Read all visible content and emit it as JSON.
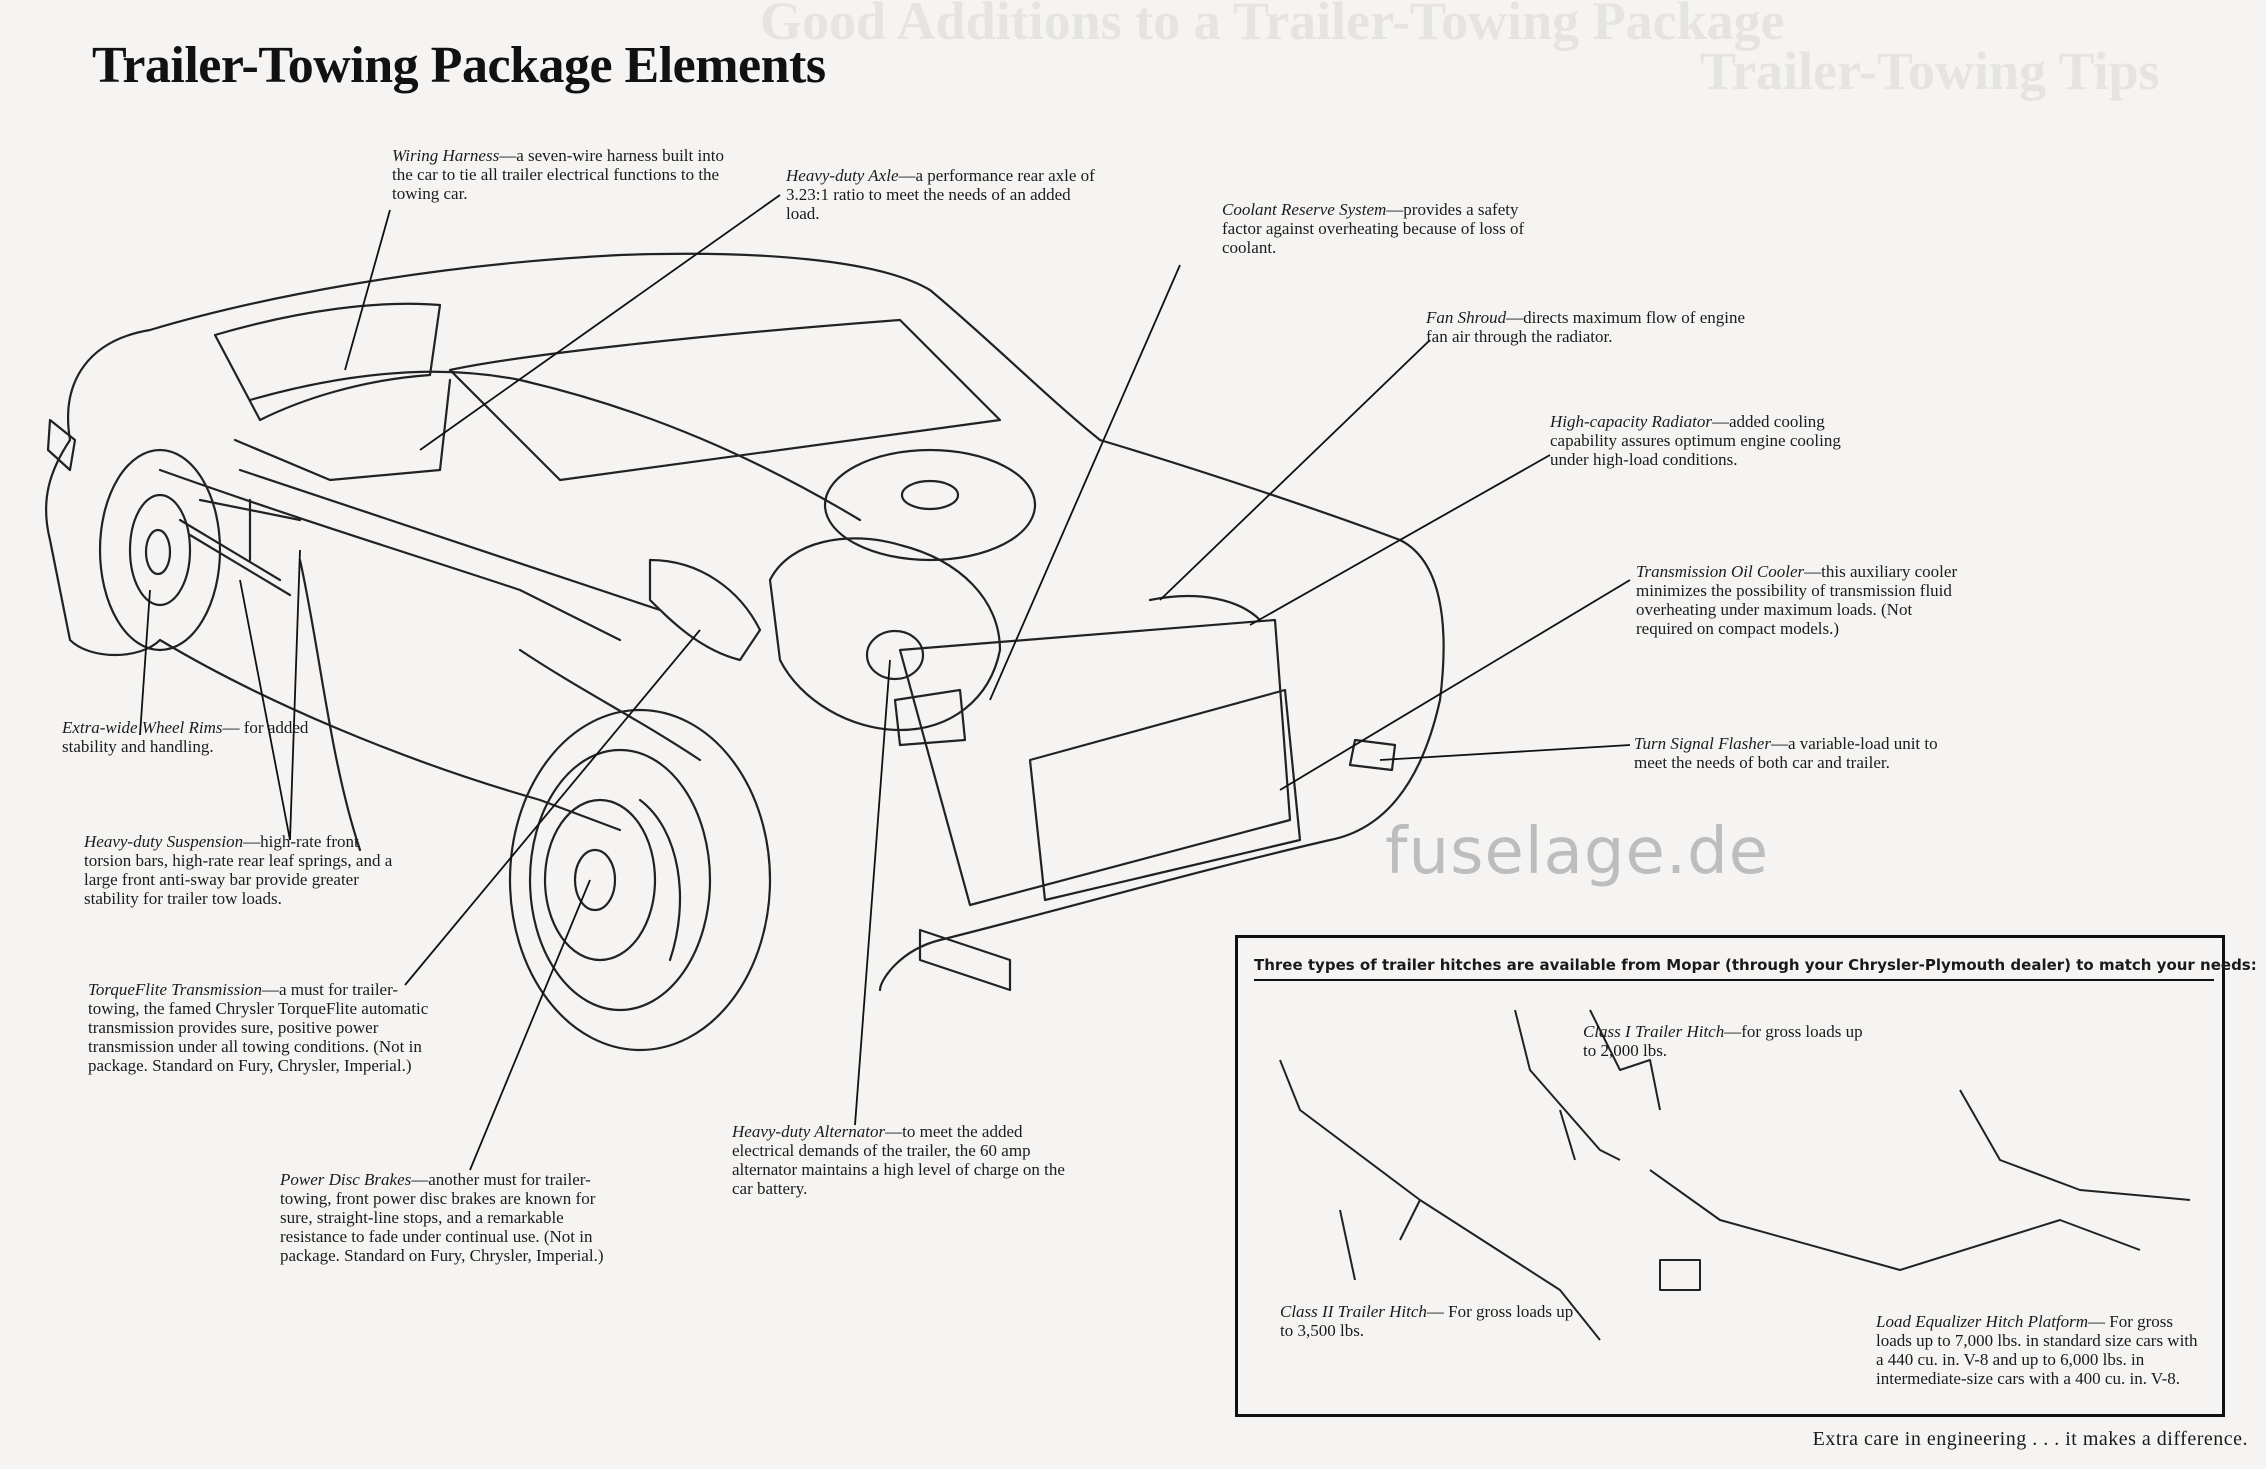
{
  "page": {
    "title": "Trailer-Towing Package Elements",
    "bleed_title_1": "Good Additions to a Trailer-Towing Package",
    "bleed_title_2": "Trailer-Towing Tips",
    "watermark": "fuselage.de",
    "footer": "Extra care in engineering . . . it makes a difference."
  },
  "callouts": {
    "wiring": {
      "title": "Wiring Harness",
      "text": "—a seven-wire harness built into the car to tie all trailer electrical functions to the towing car."
    },
    "axle": {
      "title": "Heavy-duty Axle",
      "text": "—a performance rear axle of 3.23:1 ratio to meet the needs of an added load."
    },
    "coolant": {
      "title": "Coolant Reserve System",
      "text": "—provides a safety factor against overheating because of loss of coolant."
    },
    "fan": {
      "title": "Fan Shroud",
      "text": "—directs maximum flow of engine fan air through the radiator."
    },
    "radiator": {
      "title": "High-capacity Radiator",
      "text": "—added cooling capability assures optimum engine cooling under high-load conditions."
    },
    "oilcooler": {
      "title": "Transmission Oil Cooler",
      "text": "—this auxiliary cooler minimizes the possibility of transmission fluid overheating under maximum loads. (Not required on compact models.)"
    },
    "flasher": {
      "title": "Turn Signal Flasher",
      "text": "—a variable-load unit to meet the needs of both car and trailer."
    },
    "rims": {
      "title": "Extra-wide Wheel Rims",
      "text": "— for added stability and handling."
    },
    "suspension": {
      "title": "Heavy-duty Suspension",
      "text": "—high-rate front torsion bars, high-rate rear leaf springs, and a large front anti-sway bar provide greater stability for trailer tow loads."
    },
    "transmission": {
      "title": "TorqueFlite Transmission",
      "text": "—a must for trailer-towing, the famed Chrysler TorqueFlite automatic transmission provides sure, positive power transmission under all towing conditions. (Not in package. Standard on Fury, Chrysler, Imperial.)"
    },
    "alternator": {
      "title": "Heavy-duty Alternator",
      "text": "—to meet the added electrical demands of the trailer, the 60 amp alternator maintains a high level of charge on the car battery."
    },
    "brakes": {
      "title": "Power Disc Brakes",
      "text": "—another must for trailer-towing, front power disc brakes are known for sure, straight-line stops, and a remarkable resistance to fade under continual use. (Not in package. Standard on Fury, Chrysler, Imperial.)"
    }
  },
  "hitches": {
    "header": "Three types of trailer hitches are available from Mopar (through your Chrysler-Plymouth dealer) to match your needs:",
    "class1": {
      "title": "Class I Trailer Hitch",
      "text": "—for gross loads up to 2,000 lbs."
    },
    "class2": {
      "title": "Class II Trailer Hitch",
      "text": "— For gross loads up to 3,500 lbs."
    },
    "equalizer": {
      "title": "Load Equalizer Hitch Platform",
      "text": "— For gross loads up to 7,000 lbs. in standard size cars with a 440 cu. in. V-8 and up to 6,000 lbs. in intermediate-size cars with a 400 cu. in. V-8."
    }
  }
}
